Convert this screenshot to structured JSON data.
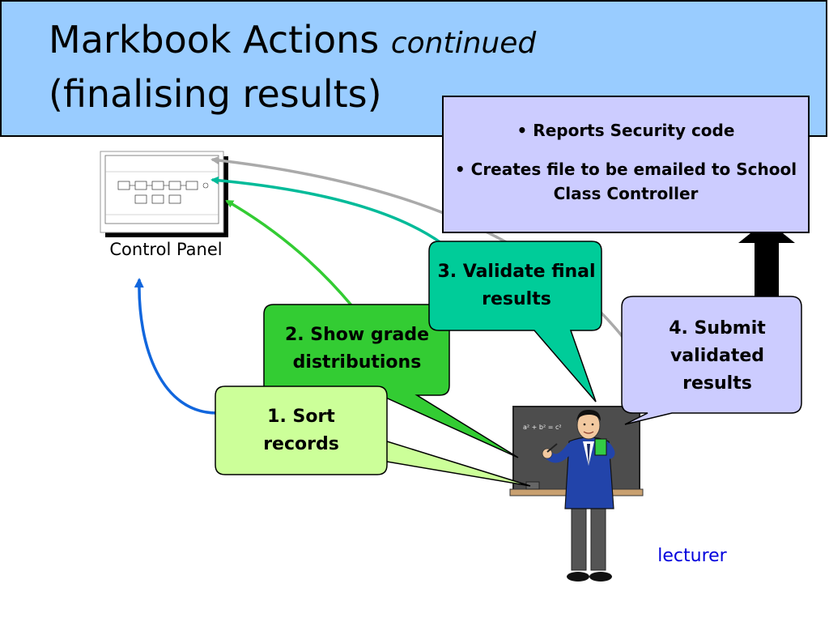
{
  "title": {
    "main": "Markbook Actions",
    "italic": "continued",
    "line2": "(finalising results)"
  },
  "info_box": {
    "line1": "• Reports Security code",
    "line2": "• Creates file to be emailed to School Class Controller"
  },
  "control_panel_label": "Control Panel",
  "steps": [
    {
      "text": "1. Sort records",
      "color": "#ccff99"
    },
    {
      "text": "2. Show grade distributions",
      "color": "#33cc33"
    },
    {
      "text": "3. Validate final results",
      "color": "#00cc99"
    },
    {
      "text": "4. Submit validated results",
      "color": "#ccccff"
    }
  ],
  "blackboard_text": "a² + b² = c²",
  "lecturer_label": "lecturer",
  "colors": {
    "title_bg": "#99ccff",
    "info_bg": "#ccccff",
    "arrow_blue": "#1166dd",
    "arrow_green": "#33cc33",
    "arrow_teal": "#00bb99",
    "arrow_gray": "#aaaaaa"
  }
}
